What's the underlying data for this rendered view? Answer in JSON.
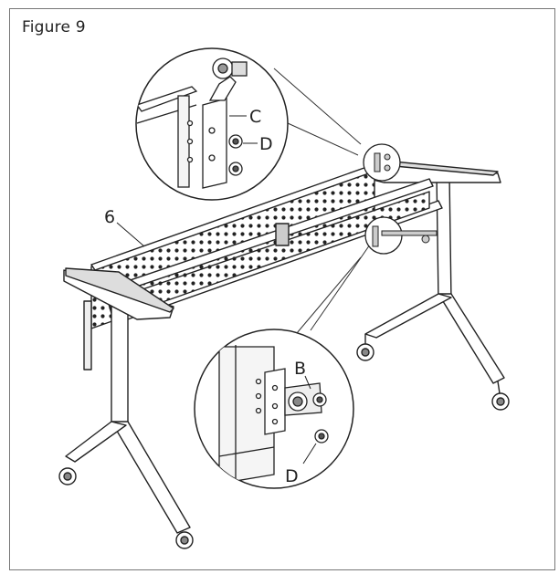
{
  "figure": {
    "title": "Figure 9",
    "labels": {
      "part_6": "6",
      "detail_top_c": "C",
      "detail_top_d": "D",
      "detail_bottom_b": "B",
      "detail_bottom_d": "D"
    }
  }
}
